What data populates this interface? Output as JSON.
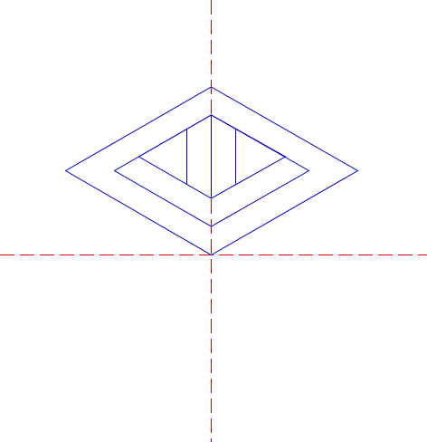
{
  "diagram": {
    "colors": {
      "background": "#ffffff",
      "centerline": "#cc0000",
      "outline": "#0000cc"
    },
    "centerline_style": "dashed",
    "shapes": [
      {
        "name": "outer-rhombus",
        "kind": "closed-polygon"
      },
      {
        "name": "middle-rhombus",
        "kind": "closed-polygon"
      },
      {
        "name": "inner-cavity-outline",
        "kind": "closed-polygon"
      },
      {
        "name": "inner-center-vertical-line",
        "kind": "line"
      },
      {
        "name": "inner-left-vertical-line",
        "kind": "line"
      },
      {
        "name": "inner-right-vertical-line",
        "kind": "line"
      }
    ],
    "centerlines": [
      {
        "name": "horizontal-centerline",
        "orientation": "horizontal"
      },
      {
        "name": "vertical-centerline",
        "orientation": "vertical"
      }
    ]
  }
}
